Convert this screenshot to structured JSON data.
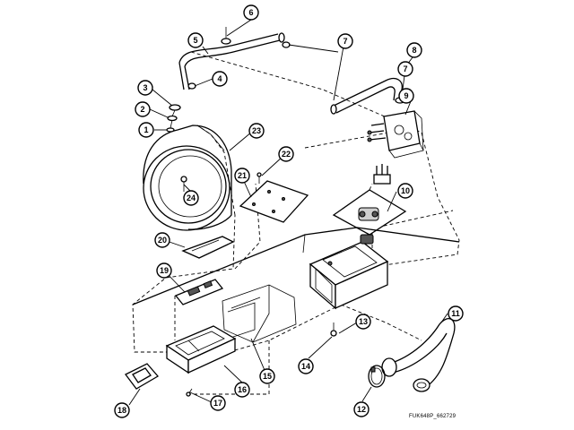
{
  "diagram": {
    "reference_code": "FUK648P_662729",
    "callouts": [
      {
        "id": "c1",
        "label": "1"
      },
      {
        "id": "c2",
        "label": "2"
      },
      {
        "id": "c3",
        "label": "3"
      },
      {
        "id": "c4",
        "label": "4"
      },
      {
        "id": "c5",
        "label": "5"
      },
      {
        "id": "c6",
        "label": "6"
      },
      {
        "id": "c7a",
        "label": "7"
      },
      {
        "id": "c7b",
        "label": "7"
      },
      {
        "id": "c8",
        "label": "8"
      },
      {
        "id": "c9",
        "label": "9"
      },
      {
        "id": "c10",
        "label": "10"
      },
      {
        "id": "c11",
        "label": "11"
      },
      {
        "id": "c12",
        "label": "12"
      },
      {
        "id": "c13",
        "label": "13"
      },
      {
        "id": "c14",
        "label": "14"
      },
      {
        "id": "c15",
        "label": "15"
      },
      {
        "id": "c16",
        "label": "16"
      },
      {
        "id": "c17",
        "label": "17"
      },
      {
        "id": "c18",
        "label": "18"
      },
      {
        "id": "c19",
        "label": "19"
      },
      {
        "id": "c20",
        "label": "20"
      },
      {
        "id": "c21",
        "label": "21"
      },
      {
        "id": "c22",
        "label": "22"
      },
      {
        "id": "c23",
        "label": "23"
      },
      {
        "id": "c24",
        "label": "24"
      }
    ]
  }
}
